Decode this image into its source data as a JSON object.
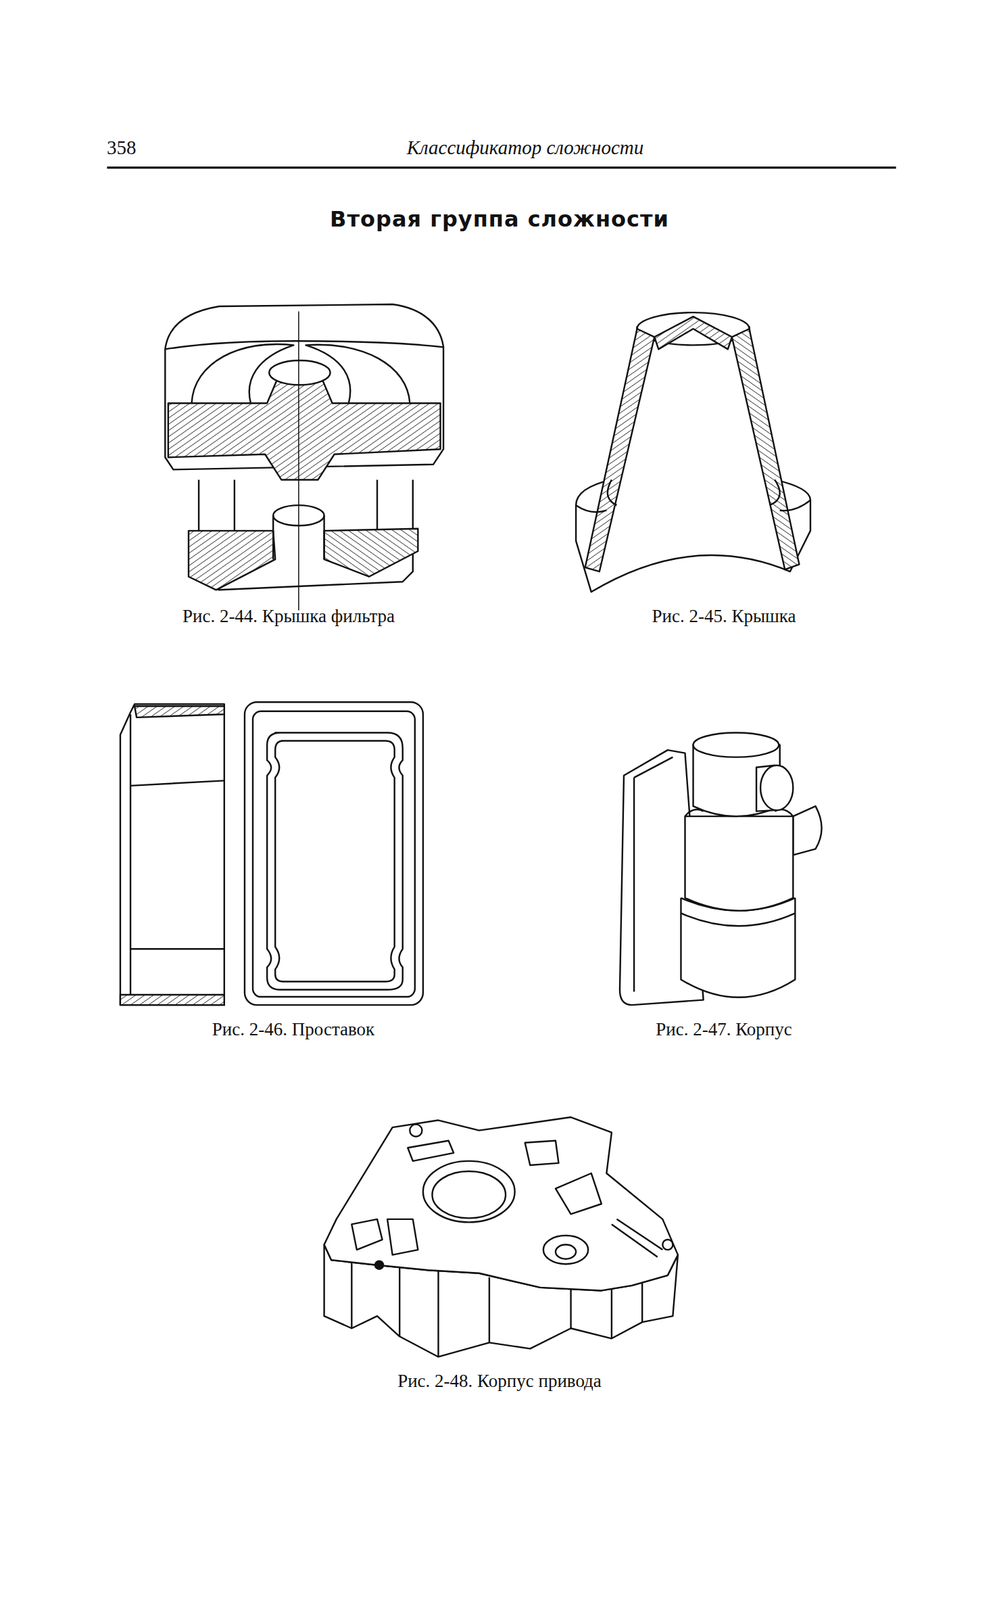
{
  "diagram": {
    "title": "Вторая группа сложности",
    "labels": [
      "358",
      "Классификатор сложности",
      "Рис. 2-44. Крышка фильтра",
      "Рис. 2-45. Крышка",
      "Рис. 2-46. Проставок",
      "Рис. 2-47. Корпус",
      "Рис. 2-48. Корпус привода"
    ]
  }
}
